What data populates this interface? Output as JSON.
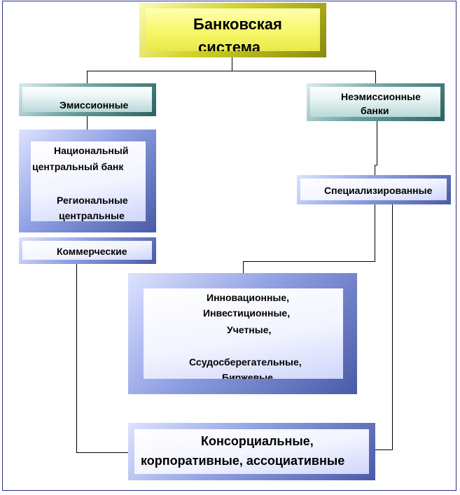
{
  "root": {
    "line1": "Банковская",
    "line2": "система"
  },
  "emissionnye": {
    "label": "Эмиссионные"
  },
  "neemissionnye": {
    "line1": "Неэмиссионные",
    "line2": "банки"
  },
  "national": {
    "line1": "Национальный",
    "line2": "центральный банк",
    "line3": "Региональные",
    "line4": "центральные"
  },
  "kommercheskie": {
    "label": "Коммерческие"
  },
  "specializirovannye": {
    "label": "Специализированные"
  },
  "types": {
    "line1": "Инновационные,",
    "line2": "Инвестиционные,",
    "line3": "Учетные,",
    "line4": "Ссудосберегательные,",
    "line5": "Биржевые"
  },
  "konsorcialnye": {
    "line1": "Консорциальные,",
    "line2": "корпоративные,  ассоциативные"
  },
  "colors": {
    "root_fill": "#f6f66a",
    "teal_frame": "#6fa3a3",
    "blue_frame": "#8f9fe3",
    "connector": "#000000",
    "page_border": "#2a2f8a"
  }
}
